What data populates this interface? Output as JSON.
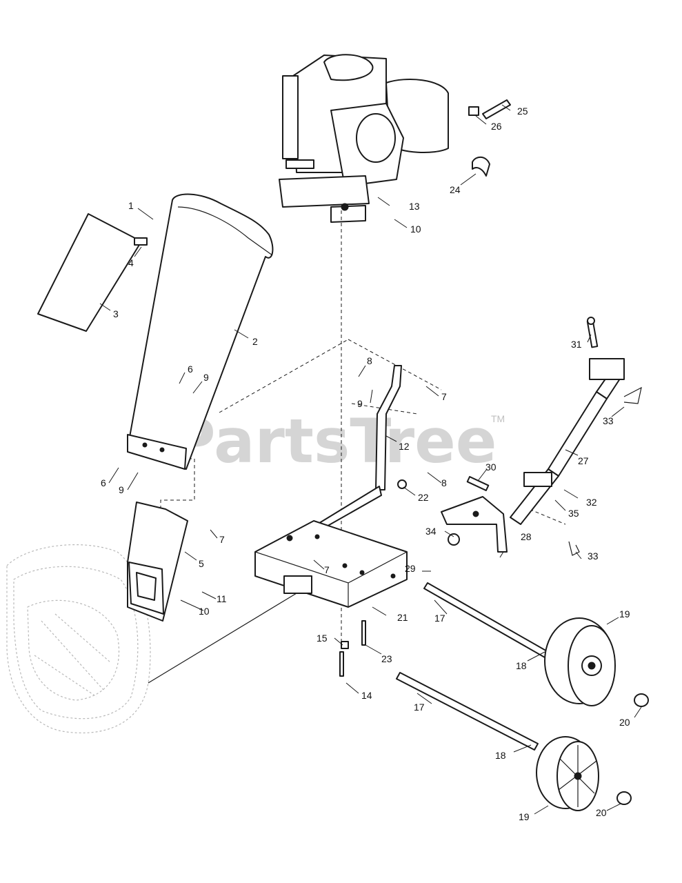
{
  "watermark": {
    "text": "PartsTree",
    "trademark": "TM"
  },
  "callouts": [
    {
      "id": "c1",
      "label": "1"
    },
    {
      "id": "c2",
      "label": "2"
    },
    {
      "id": "c3",
      "label": "3"
    },
    {
      "id": "c4",
      "label": "4"
    },
    {
      "id": "c5",
      "label": "5"
    },
    {
      "id": "c6a",
      "label": "6"
    },
    {
      "id": "c6b",
      "label": "6"
    },
    {
      "id": "c7a",
      "label": "7"
    },
    {
      "id": "c7b",
      "label": "7"
    },
    {
      "id": "c7c",
      "label": "7"
    },
    {
      "id": "c8a",
      "label": "8"
    },
    {
      "id": "c8b",
      "label": "8"
    },
    {
      "id": "c9a",
      "label": "9"
    },
    {
      "id": "c9b",
      "label": "9"
    },
    {
      "id": "c9c",
      "label": "9"
    },
    {
      "id": "c10a",
      "label": "10"
    },
    {
      "id": "c10b",
      "label": "10"
    },
    {
      "id": "c11",
      "label": "11"
    },
    {
      "id": "c12",
      "label": "12"
    },
    {
      "id": "c13",
      "label": "13"
    },
    {
      "id": "c14",
      "label": "14"
    },
    {
      "id": "c15",
      "label": "15"
    },
    {
      "id": "c17a",
      "label": "17"
    },
    {
      "id": "c17b",
      "label": "17"
    },
    {
      "id": "c18a",
      "label": "18"
    },
    {
      "id": "c18b",
      "label": "18"
    },
    {
      "id": "c19a",
      "label": "19"
    },
    {
      "id": "c19b",
      "label": "19"
    },
    {
      "id": "c20a",
      "label": "20"
    },
    {
      "id": "c20b",
      "label": "20"
    },
    {
      "id": "c21",
      "label": "21"
    },
    {
      "id": "c22",
      "label": "22"
    },
    {
      "id": "c23",
      "label": "23"
    },
    {
      "id": "c24",
      "label": "24"
    },
    {
      "id": "c25",
      "label": "25"
    },
    {
      "id": "c26",
      "label": "26"
    },
    {
      "id": "c27",
      "label": "27"
    },
    {
      "id": "c28",
      "label": "28"
    },
    {
      "id": "c29",
      "label": "29"
    },
    {
      "id": "c30",
      "label": "30"
    },
    {
      "id": "c31",
      "label": "31"
    },
    {
      "id": "c32",
      "label": "32"
    },
    {
      "id": "c33a",
      "label": "33"
    },
    {
      "id": "c33b",
      "label": "33"
    },
    {
      "id": "c34",
      "label": "34"
    },
    {
      "id": "c35",
      "label": "35"
    }
  ]
}
